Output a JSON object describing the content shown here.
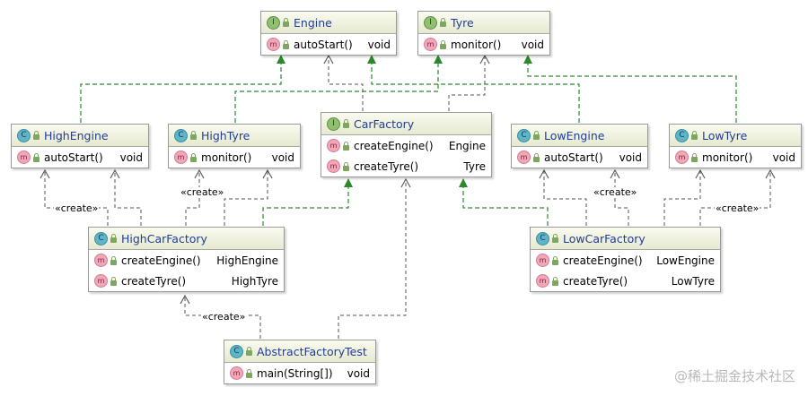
{
  "classes": {
    "engine": {
      "name": "Engine",
      "kind": "I",
      "methods": [
        {
          "name": "autoStart()",
          "type": "void"
        }
      ]
    },
    "tyre": {
      "name": "Tyre",
      "kind": "I",
      "methods": [
        {
          "name": "monitor()",
          "type": "void"
        }
      ]
    },
    "car_factory": {
      "name": "CarFactory",
      "kind": "I",
      "methods": [
        {
          "name": "createEngine()",
          "type": "Engine"
        },
        {
          "name": "createTyre()",
          "type": "Tyre"
        }
      ]
    },
    "high_engine": {
      "name": "HighEngine",
      "kind": "C",
      "methods": [
        {
          "name": "autoStart()",
          "type": "void"
        }
      ]
    },
    "high_tyre": {
      "name": "HighTyre",
      "kind": "C",
      "methods": [
        {
          "name": "monitor()",
          "type": "void"
        }
      ]
    },
    "low_engine": {
      "name": "LowEngine",
      "kind": "C",
      "methods": [
        {
          "name": "autoStart()",
          "type": "void"
        }
      ]
    },
    "low_tyre": {
      "name": "LowTyre",
      "kind": "C",
      "methods": [
        {
          "name": "monitor()",
          "type": "void"
        }
      ]
    },
    "high_car_factory": {
      "name": "HighCarFactory",
      "kind": "C",
      "methods": [
        {
          "name": "createEngine()",
          "type": "HighEngine"
        },
        {
          "name": "createTyre()",
          "type": "HighTyre"
        }
      ]
    },
    "low_car_factory": {
      "name": "LowCarFactory",
      "kind": "C",
      "methods": [
        {
          "name": "createEngine()",
          "type": "LowEngine"
        },
        {
          "name": "createTyre()",
          "type": "LowTyre"
        }
      ]
    },
    "abstract_factory_test": {
      "name": "AbstractFactoryTest",
      "kind": "C",
      "methods": [
        {
          "name": "main(String[])",
          "type": "void"
        }
      ]
    }
  },
  "labels": {
    "create": "«create»",
    "method_badge": "m"
  },
  "watermark": "@稀土掘金技术社区",
  "colors": {
    "implements": "#2a8a2a",
    "depends": "#555555",
    "header_text": "#1f3d99"
  }
}
